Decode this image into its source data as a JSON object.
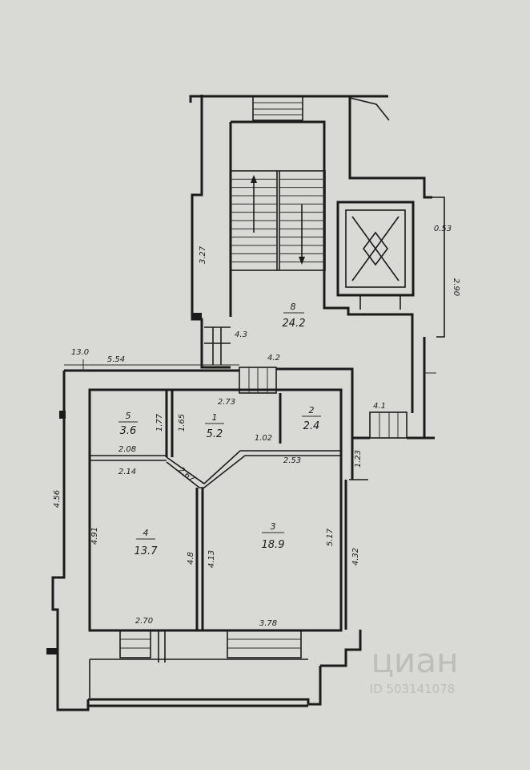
{
  "rooms": {
    "r1": {
      "num": "1",
      "area": "5.2"
    },
    "r2": {
      "num": "2",
      "area": "2.4"
    },
    "r3": {
      "num": "3",
      "area": "18.9"
    },
    "r4": {
      "num": "4",
      "area": "13.7"
    },
    "r5": {
      "num": "5",
      "area": "3.6"
    },
    "r8": {
      "num": "8",
      "area": "24.2"
    }
  },
  "dims": {
    "d_3_27": "3.27",
    "d_4_3": "4.3",
    "d_0_53": "0.53",
    "d_2_90": "2.90",
    "d_13_0": "13.0",
    "d_5_54": "5.54",
    "d_4_2": "4.2",
    "d_2_73": "2.73",
    "d_4_1": "4.1",
    "d_1_77": "1.77",
    "d_1_65": "1.65",
    "d_1_02": "1.02",
    "d_2_08": "2.08",
    "d_2_14": "2.14",
    "d_2_53": "2.53",
    "d_2_67": "2.67",
    "d_1_23": "1.23",
    "d_4_56": "4.56",
    "d_4_91": "4.91",
    "d_4_8": "4.8",
    "d_4_13": "4.13",
    "d_5_17": "5.17",
    "d_4_32": "4.32",
    "d_2_70": "2.70",
    "d_3_78": "3.78"
  },
  "watermark": {
    "brand": "циан",
    "id": "ID 503141078"
  }
}
